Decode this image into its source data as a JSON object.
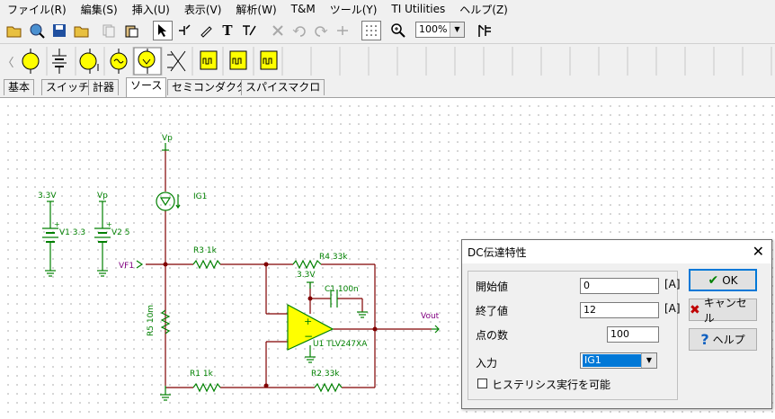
{
  "menu": [
    "ファイル(R)",
    "編集(S)",
    "挿入(U)",
    "表示(V)",
    "解析(W)",
    "T&M",
    "ツール(Y)",
    "TI Utilities",
    "ヘルプ(Z)"
  ],
  "toolbar": {
    "zoom": "100%"
  },
  "tabs": [
    "基本",
    "スイッチ",
    "計器",
    "ソース",
    "セミコンダクタ",
    "スパイスマクロ"
  ],
  "schematic": {
    "vp_top": "Vp",
    "ig1": "IG1",
    "v1_supply": "3.3V",
    "v1": "V1 3.3",
    "v2_supply": "Vp",
    "v2": "V2 5",
    "vf1": "VF1",
    "r3": "R3 1k",
    "r4": "R4 33k",
    "opamp_supply": "3.3V",
    "c1": "C1 100n",
    "r5": "R5 10m",
    "u1": "U1 TLV247XA",
    "vout": "Vout",
    "r1": "R1 1k",
    "r2": "R2 33k",
    "opamp_plus": "+",
    "opamp_minus": "−"
  },
  "dialog": {
    "title": "DC伝達特性",
    "start_label": "開始値",
    "start_value": "0",
    "start_unit": "[A]",
    "end_label": "終了値",
    "end_value": "12",
    "end_unit": "[A]",
    "points_label": "点の数",
    "points_value": "100",
    "input_label": "入力",
    "input_value": "IG1",
    "hysteresis_label": "ヒステリシス実行を可能",
    "ok": "OK",
    "cancel": "キャンセル",
    "help": "ヘルプ"
  },
  "colors": {
    "wire": "#800000",
    "component": "#008000",
    "opamp_fill": "#ffff00",
    "net_label": "#800080",
    "accent": "#0078d7"
  }
}
